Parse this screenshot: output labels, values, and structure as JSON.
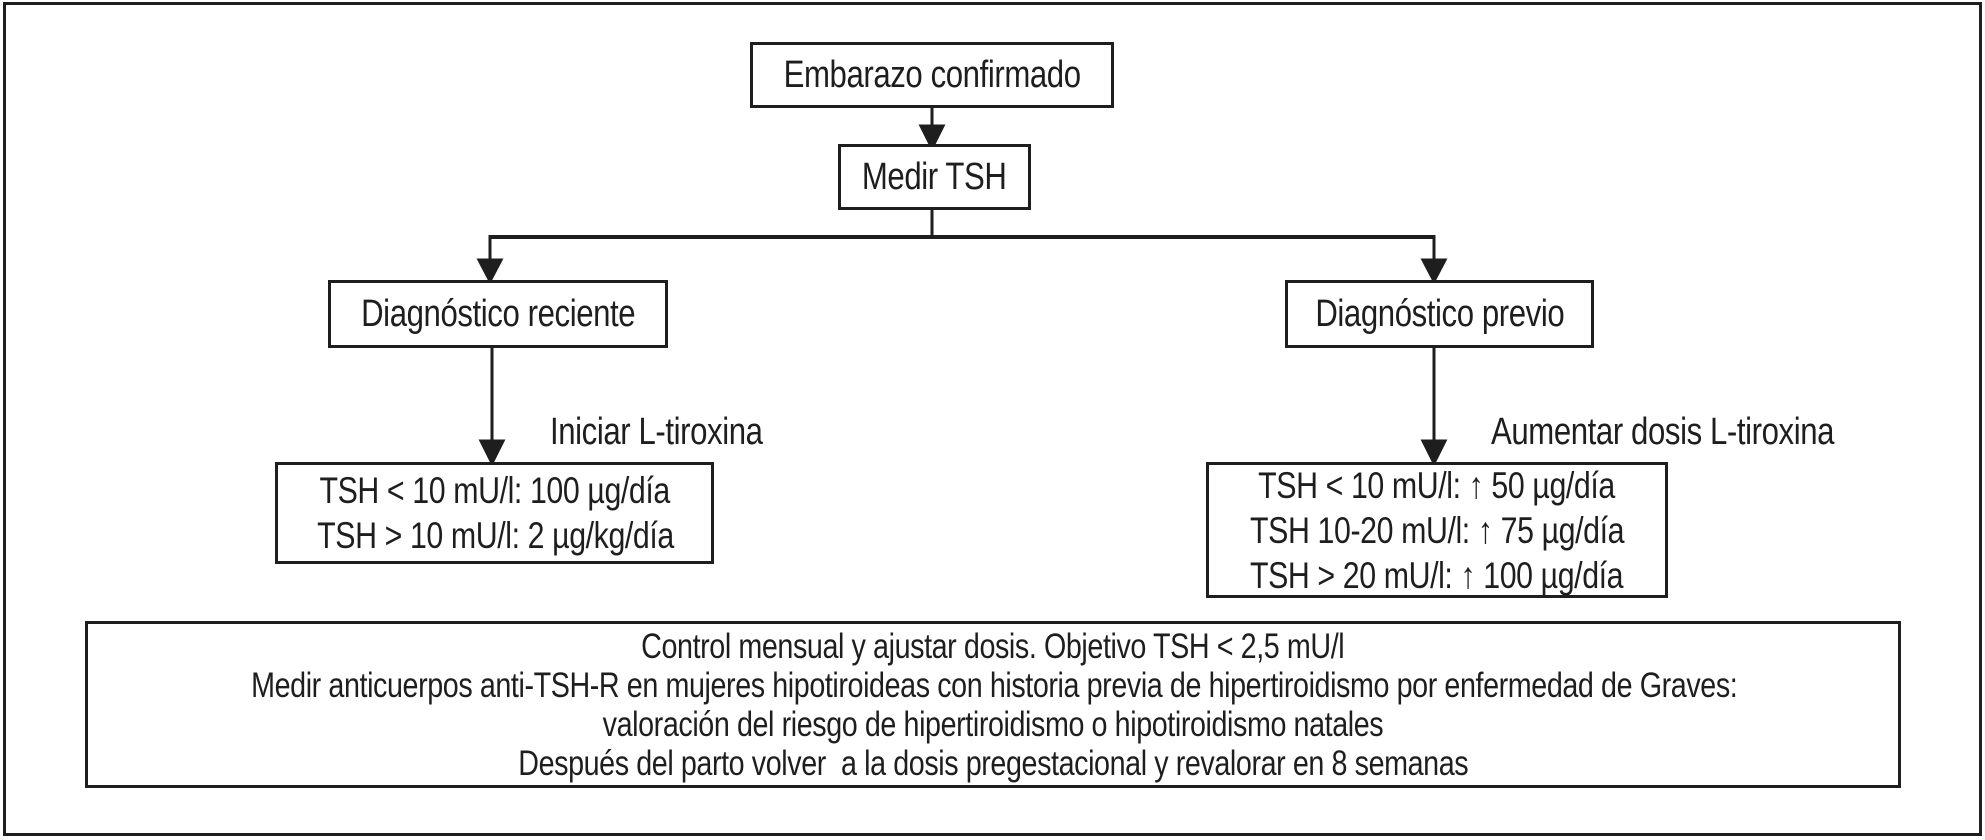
{
  "flowchart": {
    "nodes": {
      "embarazo": "Embarazo confirmado",
      "medir": "Medir TSH",
      "reciente": "Diagnóstico reciente",
      "previo": "Diagnóstico previo",
      "dosis_inicio": [
        "TSH < 10 mU/l: 100 µg/día",
        "TSH > 10 mU/l: 2 µg/kg/día"
      ],
      "dosis_aumento": [
        "TSH < 10 mU/l: ↑ 50 µg/día",
        "TSH 10-20 mU/l: ↑ 75 µg/día",
        "TSH > 20 mU/l: ↑ 100 µg/día"
      ],
      "nota": [
        "Control mensual y ajustar dosis. Objetivo TSH < 2,5 mU/l",
        "Medir anticuerpos anti-TSH-R en mujeres hipotiroideas con historia previa de hipertiroidismo por enfermedad de Graves:",
        "valoración del riesgo de hipertiroidismo o hipotiroidismo natales",
        "Después del parto volver  a la dosis pregestacional y revalorar en 8 semanas"
      ]
    },
    "edge_labels": {
      "iniciar": "Iniciar L-tiroxina",
      "aumentar": "Aumentar dosis L-tiroxina"
    },
    "colors": {
      "ink": "#1e1e1e",
      "background": "#ffffff"
    }
  }
}
